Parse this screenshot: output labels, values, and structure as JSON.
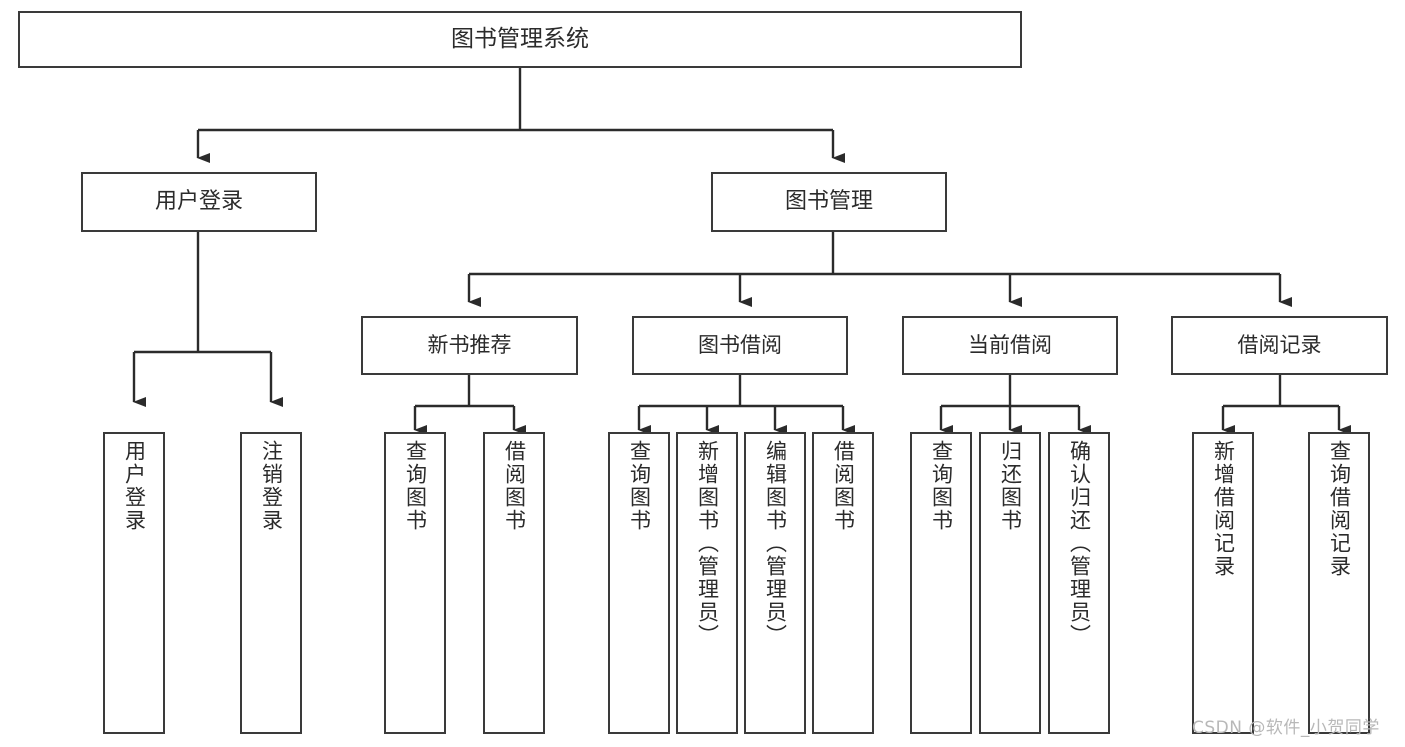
{
  "diagram": {
    "title": "图书管理系统",
    "type": "tree-hierarchy-chart",
    "watermark": "CSDN @软件_小贺同学",
    "colors": {
      "box_border": "#3a3a3a",
      "box_fill": "#ffffff",
      "text": "#2b2b2b",
      "connector": "#2b2b2b",
      "watermark": "#b8b8b8",
      "background": "#ffffff"
    }
  },
  "nodes": {
    "root": {
      "label": "图书管理系统"
    },
    "branches": [
      {
        "label": "用户登录"
      },
      {
        "label": "图书管理"
      }
    ],
    "groups": [
      {
        "label": "新书推荐"
      },
      {
        "label": "图书借阅"
      },
      {
        "label": "当前借阅"
      },
      {
        "label": "借阅记录"
      }
    ],
    "leaves": {
      "user_login": [
        {
          "label": "用户登录"
        },
        {
          "label": "注销登录"
        }
      ],
      "new_book_recommend": [
        {
          "label": "查询图书"
        },
        {
          "label": "借阅图书"
        }
      ],
      "book_borrow": [
        {
          "label": "查询图书"
        },
        {
          "label": "新增图书（管理员）"
        },
        {
          "label": "编辑图书（管理员）"
        },
        {
          "label": "借阅图书"
        }
      ],
      "current_borrow": [
        {
          "label": "查询图书"
        },
        {
          "label": "归还图书"
        },
        {
          "label": "确认归还（管理员）"
        }
      ],
      "borrow_record": [
        {
          "label": "新增借阅记录"
        },
        {
          "label": "查询借阅记录"
        }
      ]
    }
  }
}
